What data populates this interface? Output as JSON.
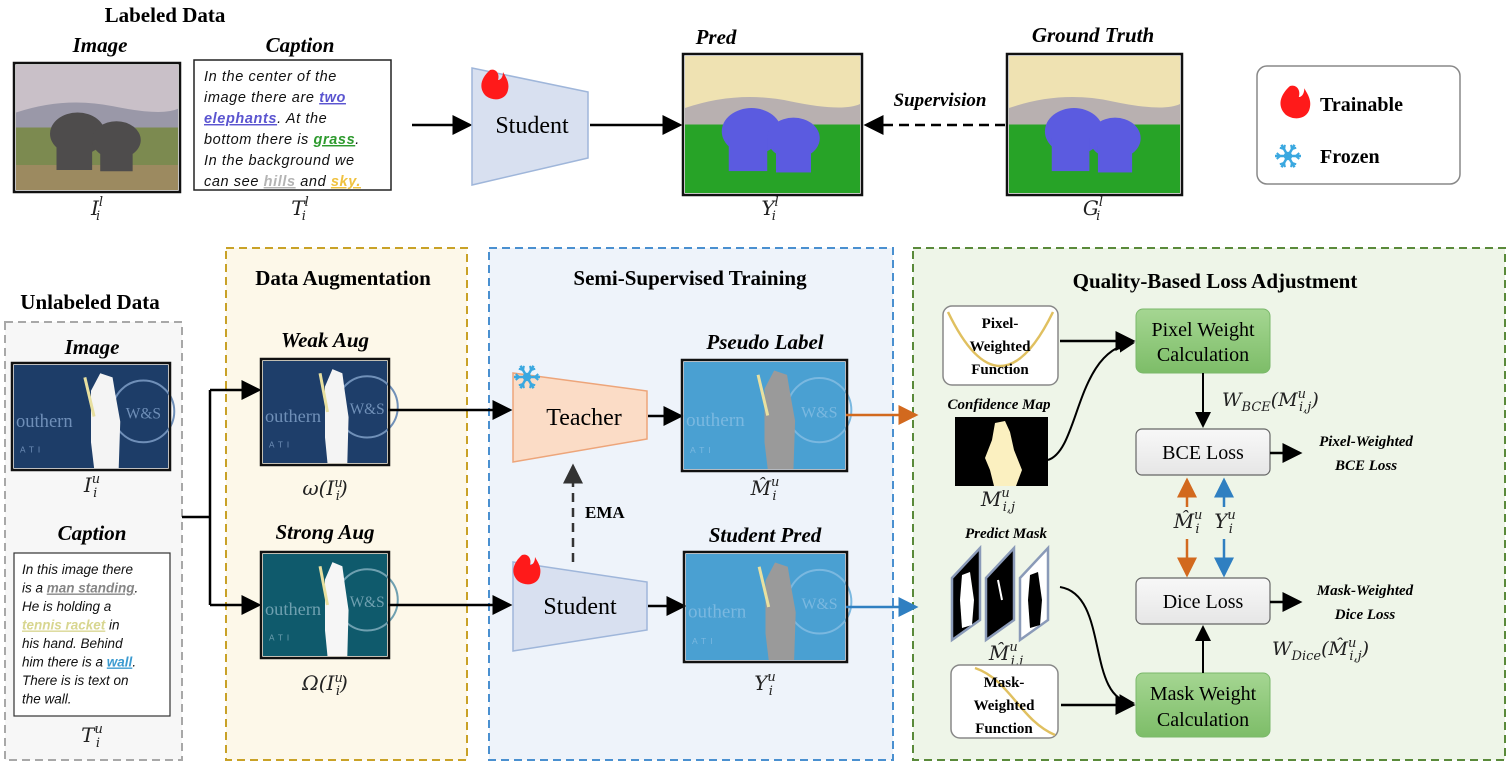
{
  "labeled": {
    "title": "Labeled Data",
    "image_title": "Image",
    "caption_title": "Caption",
    "caption_lines": [
      [
        {
          "t": "In the center of the"
        }
      ],
      [
        {
          "t": "image there are "
        },
        {
          "t": "two",
          "c": "#5b55d0"
        }
      ],
      [
        {
          "t": "elephants",
          "c": "#5b55d0"
        },
        {
          "t": ". At the"
        }
      ],
      [
        {
          "t": "bottom there is "
        },
        {
          "t": "grass",
          "c": "#2e9a2e"
        },
        {
          "t": "."
        }
      ],
      [
        {
          "t": "In the background we"
        }
      ],
      [
        {
          "t": "can see "
        },
        {
          "t": "hills",
          "c": "#b4b4b4"
        },
        {
          "t": " and "
        },
        {
          "t": "sky.",
          "c": "#f0c240"
        }
      ]
    ],
    "image_symbol": {
      "base": "I",
      "sub": "i",
      "sup": "l"
    },
    "caption_symbol": {
      "base": "T",
      "sub": "i",
      "sup": "l"
    },
    "student_label": "Student",
    "pred_title": "Pred",
    "pred_symbol": {
      "base": "Y",
      "sub": "i",
      "sup": "l"
    },
    "supervision_label": "Supervision",
    "gt_title": "Ground Truth",
    "gt_symbol": {
      "base": "G",
      "sub": "i",
      "sup": "l"
    }
  },
  "legend": {
    "items": [
      {
        "icon": "flame-icon",
        "label": "Trainable",
        "color": "#ff1a1a"
      },
      {
        "icon": "snowflake-icon",
        "label": "Frozen",
        "color": "#3aa8e0"
      }
    ]
  },
  "unlabeled": {
    "title": "Unlabeled Data",
    "image_title": "Image",
    "image_symbol": {
      "base": "I",
      "sub": "i",
      "sup": "u"
    },
    "caption_title": "Caption",
    "caption_lines": [
      [
        {
          "t": "In this image there"
        }
      ],
      [
        {
          "t": "is a "
        },
        {
          "t": "man standing",
          "c": "#858585"
        },
        {
          "t": "."
        }
      ],
      [
        {
          "t": "He is holding a"
        }
      ],
      [
        {
          "t": "tennis racket",
          "c": "#d8d690"
        },
        {
          "t": " in"
        }
      ],
      [
        {
          "t": "his hand. Behind"
        }
      ],
      [
        {
          "t": "him there is a "
        },
        {
          "t": "wall",
          "c": "#3a9ad0"
        },
        {
          "t": "."
        }
      ],
      [
        {
          "t": "There is is text on"
        }
      ],
      [
        {
          "t": "the wall."
        }
      ]
    ],
    "caption_symbol": {
      "base": "T",
      "sub": "i",
      "sup": "u"
    }
  },
  "photo_lettering": {
    "wall_text": "outhern",
    "logo": "W&S",
    "sub_text": "ATI"
  },
  "augmentation": {
    "title": "Data Augmentation",
    "weak_title": "Weak Aug",
    "weak_symbol": "ω(I",
    "strong_title": "Strong Aug",
    "strong_symbol": "Ω(I",
    "sym_sub": "i",
    "sym_sup": "u",
    "close": ")",
    "border_color": "#c9a227",
    "bg_color": "#fdf8e9"
  },
  "semi": {
    "title": "Semi-Supervised Training",
    "teacher_label": "Teacher",
    "student_label": "Student",
    "ema_label": "EMA",
    "pseudo_title": "Pseudo Label",
    "pseudo_symbol": {
      "base": "M̂",
      "sub": "i",
      "sup": "u"
    },
    "pred_title": "Student Pred",
    "pred_symbol": {
      "base": "Y",
      "sub": "i",
      "sup": "u"
    },
    "border_color": "#4a90d0",
    "bg_color": "#eef3fa"
  },
  "quality": {
    "title": "Quality-Based Loss Adjustment",
    "pixel_fn": [
      "Pixel-",
      "Weighted",
      "Function"
    ],
    "confidence_title": "Confidence Map",
    "confidence_symbol": {
      "base": "M",
      "sub": "i,j",
      "sup": "u"
    },
    "predict_title": "Predict Mask",
    "predict_symbol": {
      "base": "M̂",
      "sub": "i,j",
      "sup": "u"
    },
    "mask_fn": [
      "Mask-",
      "Weighted",
      "Function"
    ],
    "pixel_calc": [
      "Pixel Weight",
      "Calculation"
    ],
    "mask_calc": [
      "Mask Weight",
      "Calculation"
    ],
    "bce_loss": "BCE Loss",
    "dice_loss": "Dice Loss",
    "w_bce": {
      "base": "W",
      "sub": "BCE",
      "open": "(M",
      "sub2": "i,j",
      "sup2": "u",
      "close": ")"
    },
    "w_dice": {
      "base": "W",
      "sub": "Dice",
      "open": "(M̂",
      "sub2": "i,j",
      "sup2": "u",
      "close": ")"
    },
    "pair_left": {
      "base": "M̂",
      "sub": "i",
      "sup": "u"
    },
    "pair_right": {
      "base": "Y",
      "sub": "i",
      "sup": "u"
    },
    "out_bce": [
      "Pixel-Weighted",
      "BCE Loss"
    ],
    "out_dice": [
      "Mask-Weighted",
      "Dice Loss"
    ],
    "orange": "#d2691e",
    "blue": "#2f7fc1",
    "calc_color": "#8cc87a",
    "border_color": "#5a8a3a",
    "bg_color": "#eef5e8"
  }
}
